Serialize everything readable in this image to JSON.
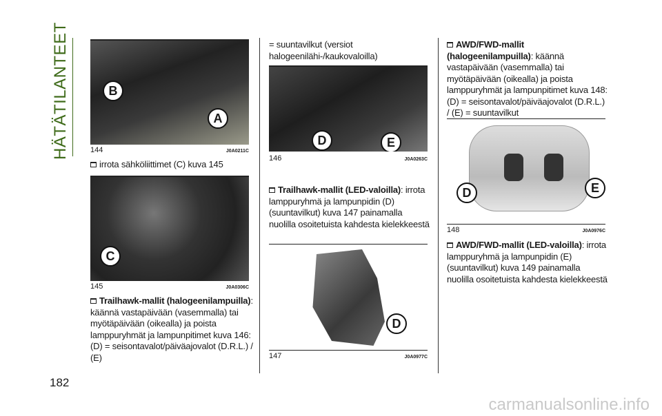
{
  "section_title": "HÄTÄTILANTEET",
  "page_number": "182",
  "watermark": "carmanualsonline.info",
  "figures": [
    {
      "number": "144",
      "code": "J0A0211C",
      "labels": [
        "B",
        "A"
      ]
    },
    {
      "number": "145",
      "code": "J0A0306C",
      "labels": [
        "C"
      ]
    },
    {
      "number": "146",
      "code": "J0A0263C",
      "labels": [
        "D",
        "E"
      ]
    },
    {
      "number": "147",
      "code": "J0A0977C",
      "labels": [
        "D"
      ]
    },
    {
      "number": "148",
      "code": "J0A0976C",
      "labels": [
        "D",
        "E"
      ]
    }
  ],
  "col1": {
    "step1": "irrota sähköliittimet (C) kuva 145",
    "step2_bold": "Trailhawk-mallit (halogeenilampuilla)",
    "step2_text": ": käännä vastapäivään (vasemmalla) tai myötäpäivään (oikealla) ja poista lamppuryhmät ja lampunpitimet kuva 146: (D) = seisontavalot/päiväajovalot (D.R.L.) / (E)"
  },
  "col2": {
    "cont": "= suuntavilkut (versiot halogeenilähi-/kaukovaloilla)",
    "step_bold": "Trailhawk-mallit (LED-valoilla)",
    "step_text": ": irrota lamppuryhmä ja lampunpidin (D) (suuntavilkut) kuva 147 painamalla nuolilla osoitetuista kahdesta kielekkeestä"
  },
  "col3": {
    "step1_bold": "AWD/FWD-mallit (halogeenilampuilla)",
    "step1_text": ": käännä vastapäivään (vasemmalla) tai myötäpäivään (oikealla) ja poista lamppuryhmät ja lampunpitimet kuva 148: (D) = seisontavalot/päiväajovalot (D.R.L.) / (E) = suuntavilkut",
    "step2_bold": "AWD/FWD-mallit (LED-valoilla)",
    "step2_text": ": irrota lamppuryhmä ja lampunpidin (E) (suuntavilkut) kuva 149 painamalla nuolilla osoitetuista kahdesta kielekkeestä"
  }
}
